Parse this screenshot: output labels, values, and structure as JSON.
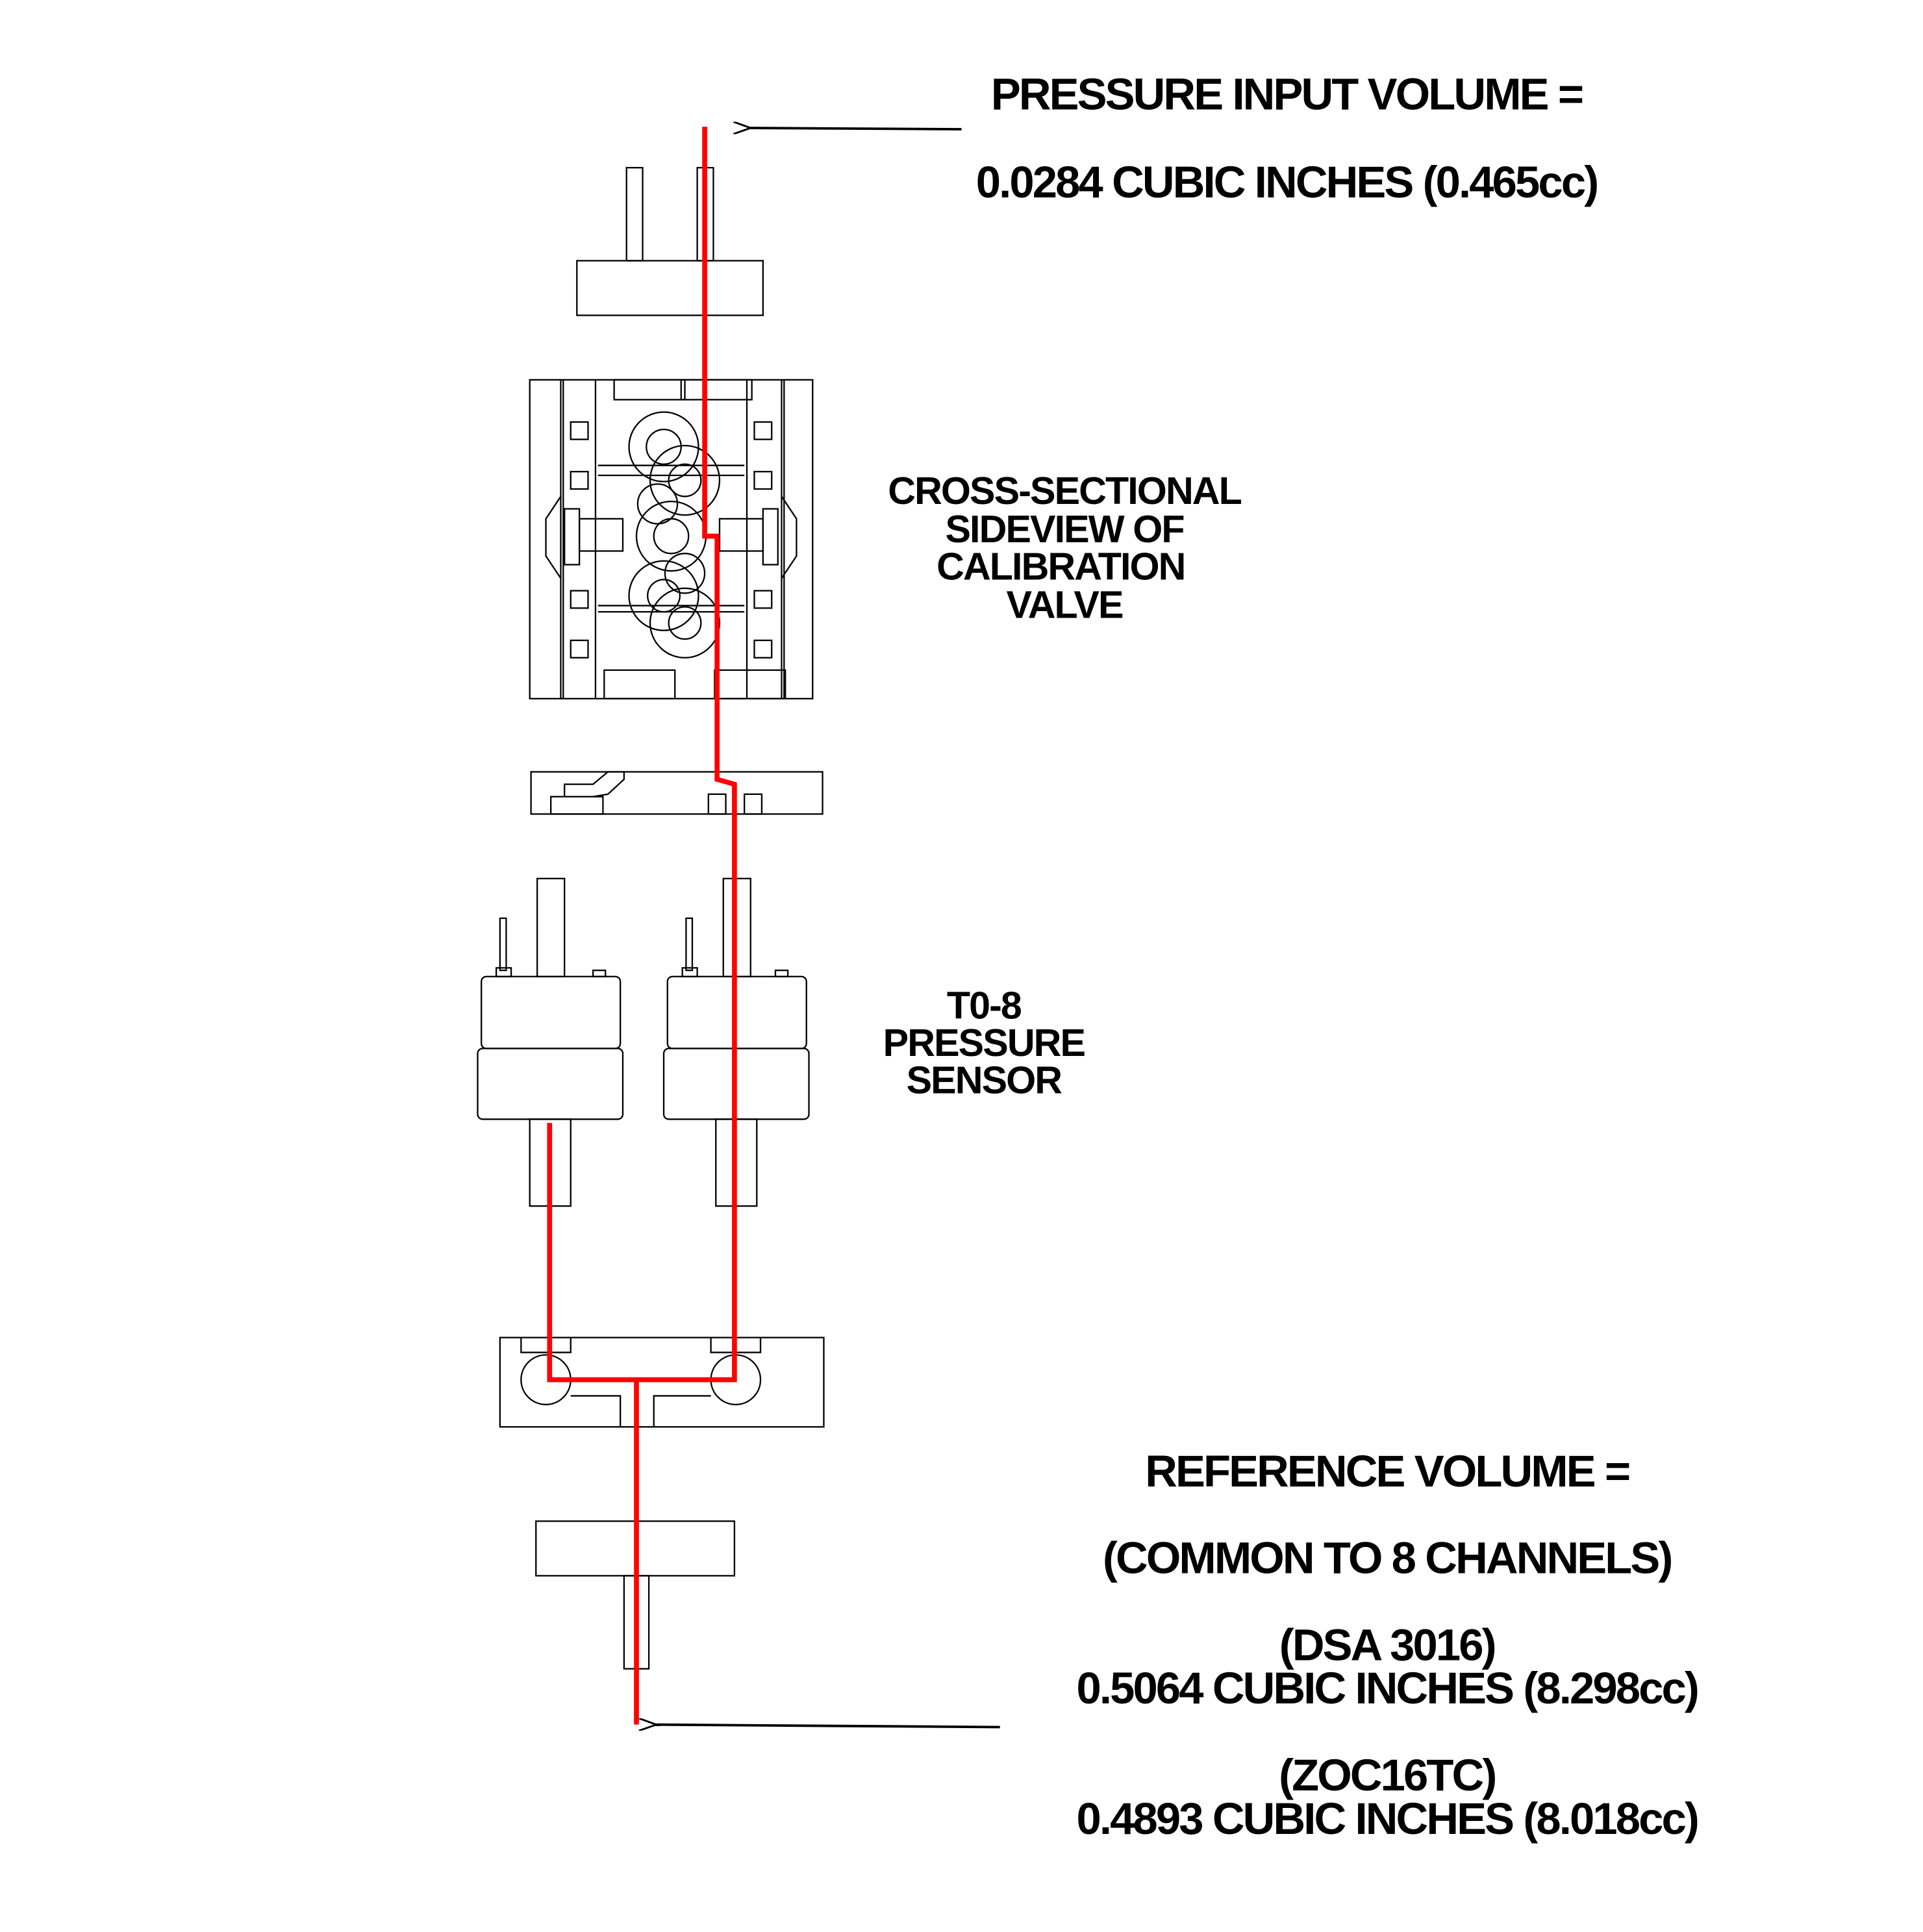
{
  "input_volume": {
    "title": "PRESSURE INPUT VOLUME =",
    "value": "0.0284 CUBIC INCHES (0.465cc)"
  },
  "valve_label": [
    "CROSS-SECTIONAL",
    "SIDEVIEW OF",
    "CALIBRATION",
    "VALVE"
  ],
  "sensor_label": [
    "T0-8",
    "PRESSURE",
    "SENSOR"
  ],
  "reference_volume": {
    "title": "REFERENCE VOLUME =",
    "subtitle": "(COMMON TO 8 CHANNELS)",
    "dsa_model": "(DSA 3016)",
    "dsa_value": "0.5064 CUBIC INCHES (8.298cc)",
    "zoc_model": "(ZOC16TC)",
    "zoc_value": "0.4893 CUBIC INCHES (8.018cc)"
  },
  "colors": {
    "flow_path": "#ff0000",
    "lines": "#000000"
  }
}
